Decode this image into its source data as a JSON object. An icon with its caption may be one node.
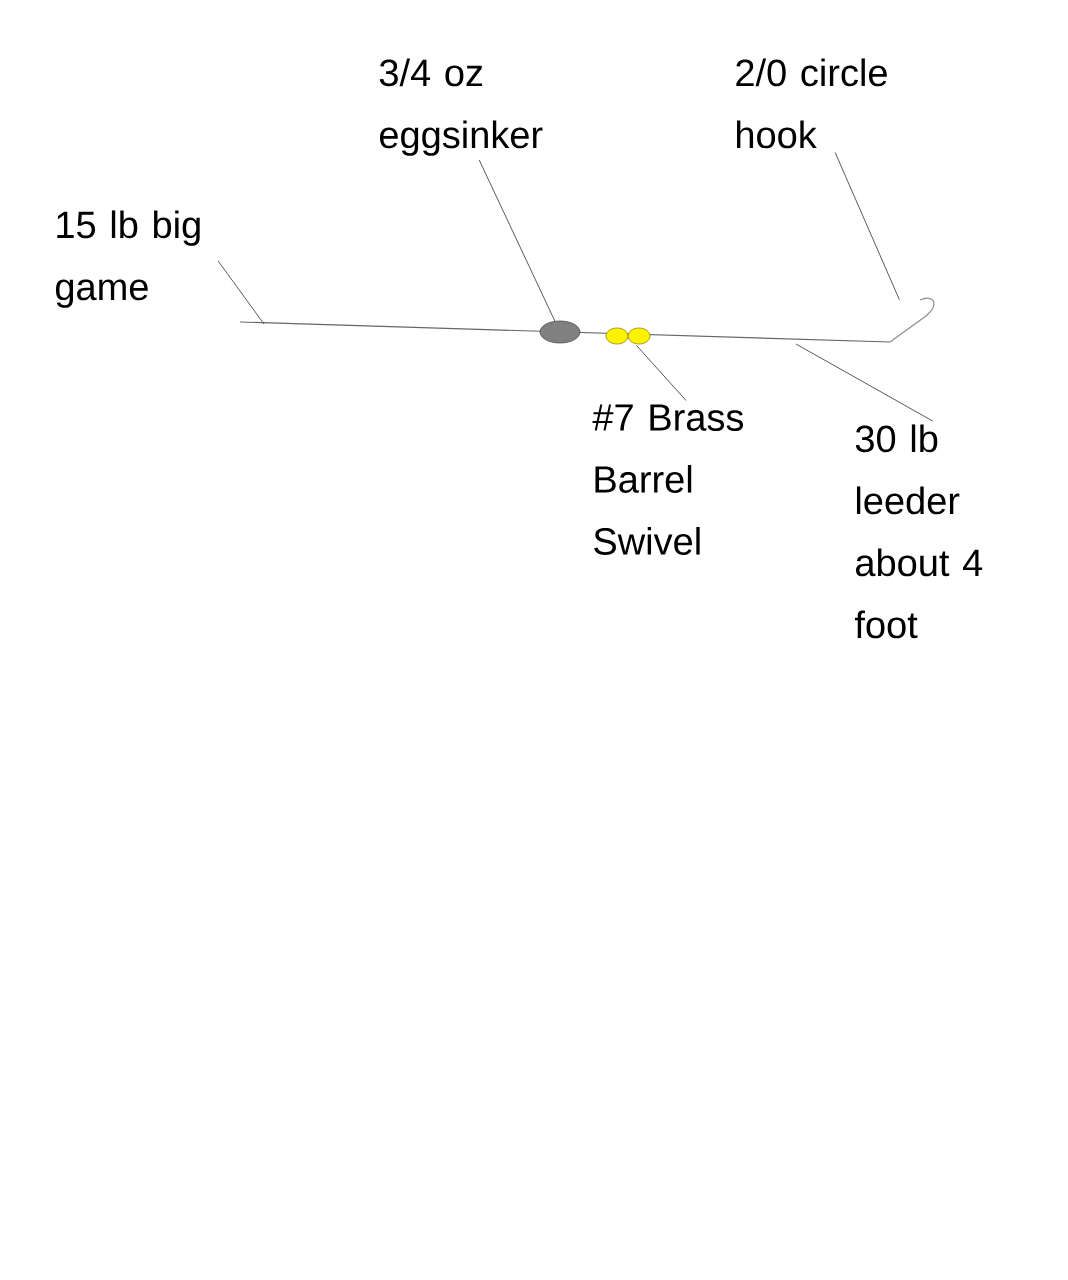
{
  "diagram": {
    "nodes": [
      {
        "text": [
          "15 lb big game"
        ]
      },
      {
        "text": [
          "3/4 oz eggsinker"
        ]
      },
      {
        "text": [
          "2/0 circle hook"
        ]
      },
      {
        "text": [],
        "shape": "oval"
      },
      {
        "text": [],
        "shape": "circle"
      },
      {
        "text": [],
        "shape": "hook"
      },
      {
        "text": [
          "#7 Brass Barrel Swivel"
        ]
      },
      {
        "text": [
          "30 lb leeder about 4 foot"
        ]
      }
    ],
    "edges": [
      {
        "from": 0,
        "to": null,
        "arrow": "none"
      },
      {
        "from": 1,
        "to": 3,
        "arrow": "none"
      },
      {
        "from": 2,
        "to": 5,
        "arrow": "none"
      },
      {
        "from": 6,
        "to": 4,
        "arrow": "none"
      },
      {
        "from": 7,
        "to": null,
        "arrow": "none"
      }
    ]
  }
}
